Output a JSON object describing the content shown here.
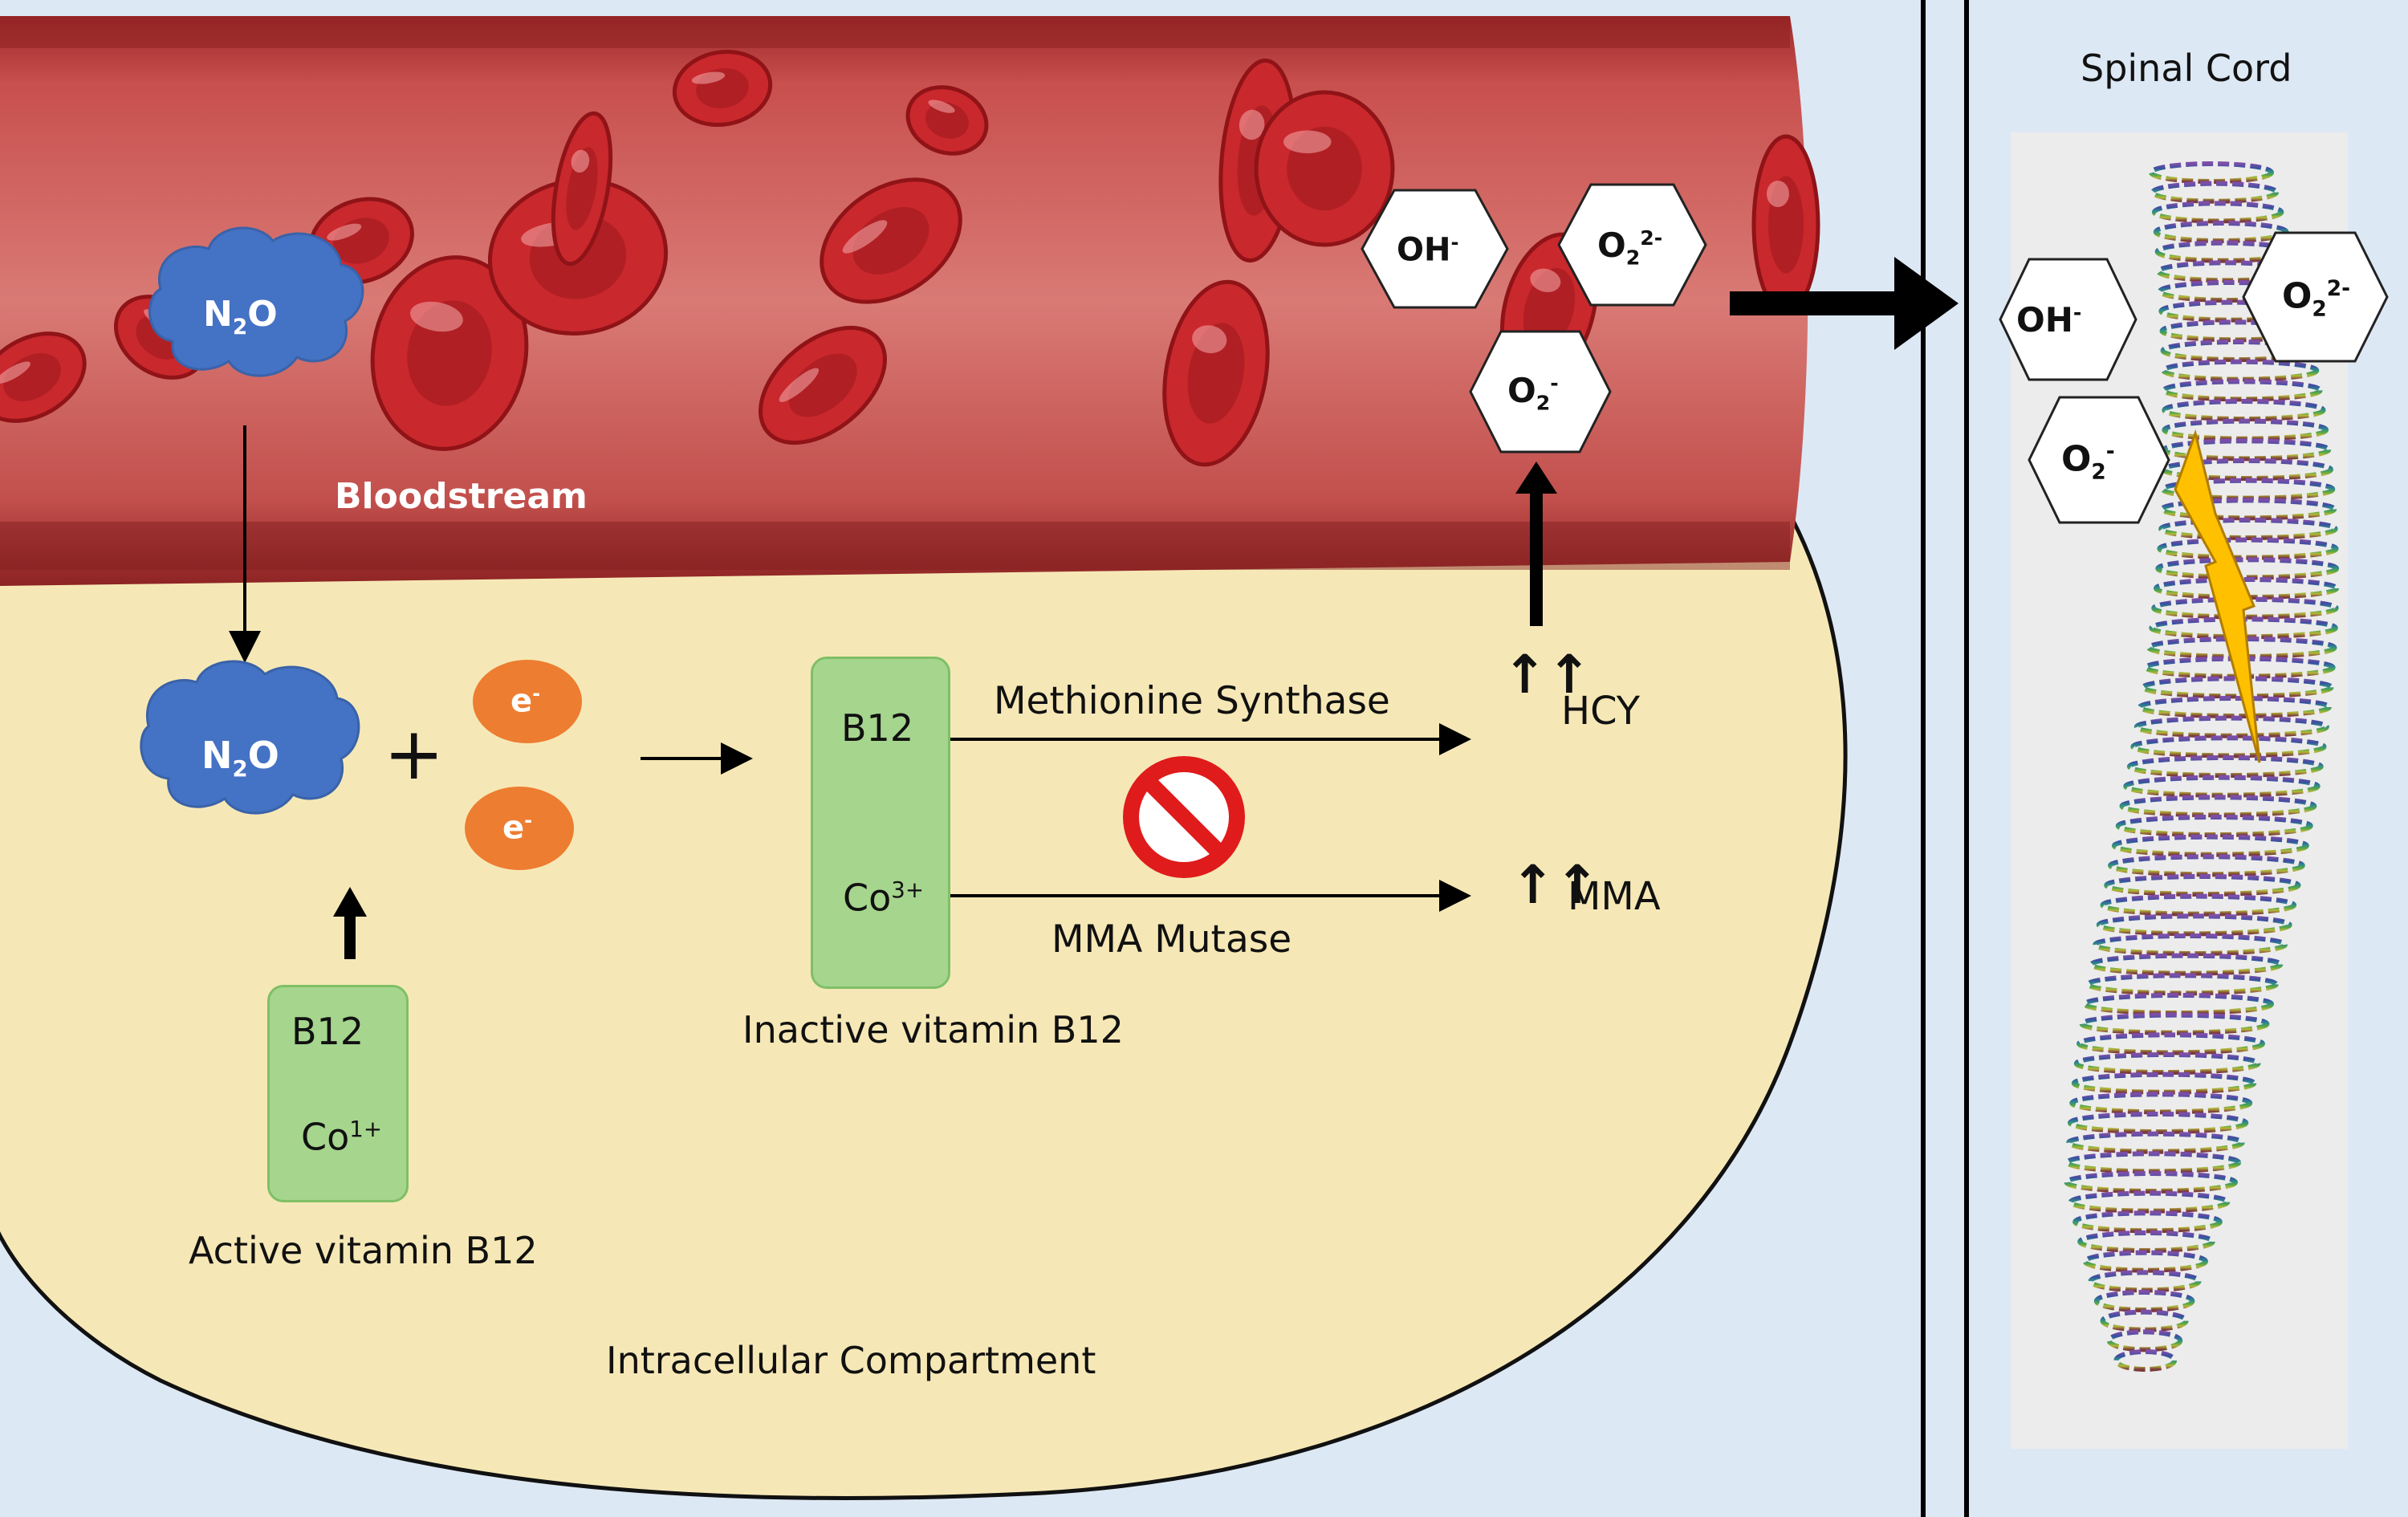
{
  "labels": {
    "bloodstream": "Bloodstream",
    "intracellular": "Intracellular Compartment",
    "spinal_cord": "Spinal Cord",
    "active_b12": "Active vitamin B12",
    "inactive_b12": "Inactive vitamin B12",
    "methionine_synthase": "Methionine Synthase",
    "mma_mutase": "MMA Mutase",
    "hcy": "HCY",
    "mma": "MMA",
    "plus": "+"
  },
  "molecules": {
    "n2o": {
      "main": "N",
      "sub": "2",
      "tail": "O"
    },
    "electron": {
      "main": "e",
      "sup": "-"
    },
    "oh": {
      "main": "OH",
      "sup": "-"
    },
    "o2_2minus": {
      "main": "O",
      "sub": "2",
      "sup": "2-"
    },
    "o2_minus": {
      "main": "O",
      "sub": "2",
      "sup": "-"
    },
    "b12": "B12",
    "co1": {
      "main": "Co",
      "sup": "1+"
    },
    "co3": {
      "main": "Co",
      "sup": "3+"
    }
  },
  "arrows": {
    "double_up": "↑↑"
  },
  "colors": {
    "background": "#dde8f5",
    "cell": "#f6e8b6",
    "vessel": "#c0504d",
    "rbc": "#c9282d",
    "n2o_cloud": "#4472c4",
    "electron": "#ed7d31",
    "b12_box": "#a6d58e",
    "inhibit": "#e01b1b",
    "bolt": "#ffc000"
  }
}
